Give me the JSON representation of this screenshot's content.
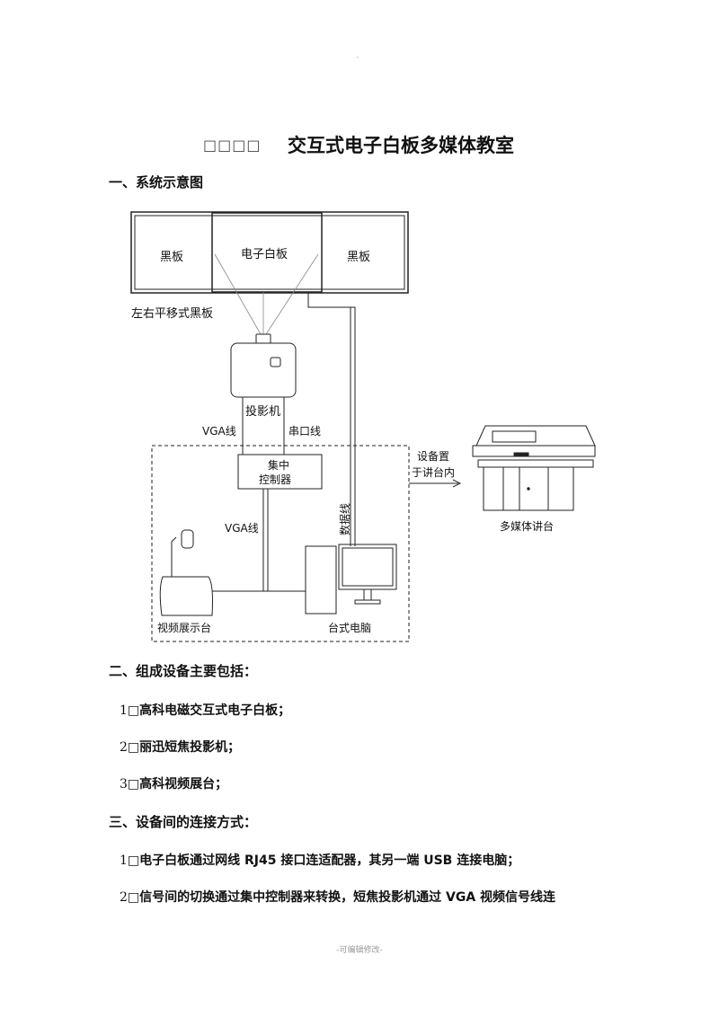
{
  "page_mark": "·",
  "title_boxes": "□□□□",
  "title": "交互式电子白板多媒体教室",
  "section1": {
    "heading": "一、系统示意图"
  },
  "diagram": {
    "left_board": "黑板",
    "center_board": "电子白板",
    "right_board": "黑板",
    "sliding_board_label": "左右平移式黑板",
    "projector_label": "投影机",
    "vga_line_1": "VGA线",
    "serial_line": "串口线",
    "controller_line_1": "集中",
    "controller_line_2": "控制器",
    "vga_line_2": "VGA线",
    "data_line": "数据线",
    "visualizer_label": "视频展示台",
    "desktop_label": "台式电脑",
    "placement_line_1": "设备置",
    "placement_line_2": "于讲台内",
    "podium_label": "多媒体讲台"
  },
  "section2": {
    "heading": "二、组成设备主要包括：",
    "items": [
      {
        "num": "1□",
        "text": "高科电磁交互式电子白板；"
      },
      {
        "num": "2□",
        "text": "丽迅短焦投影机；"
      },
      {
        "num": "3□",
        "text": "高科视频展台；"
      }
    ]
  },
  "section3": {
    "heading": "三、设备间的连接方式：",
    "items": [
      {
        "num": "1□",
        "text": "电子白板通过网线 RJ45 接口连适配器，其另一端 USB 连接电脑；"
      },
      {
        "num": "2□",
        "text": "信号间的切换通过集中控制器来转换，短焦投影机通过 VGA 视频信号线连"
      }
    ]
  },
  "footer": "-可编辑修改-"
}
